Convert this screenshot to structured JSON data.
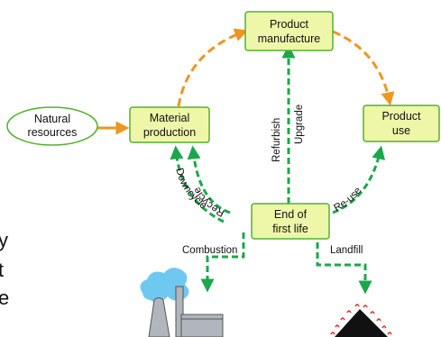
{
  "nodes": {
    "product_manufacture": [
      "Product",
      "manufacture"
    ],
    "natural_resources": [
      "Natural",
      "resources"
    ],
    "material_production": [
      "Material",
      "production"
    ],
    "product_use": [
      "Product",
      "use"
    ],
    "end_of_first_life": [
      "End of",
      "first life"
    ]
  },
  "edges": {
    "refurbish": "Refurbish",
    "upgrade": "Upgrade",
    "recycle": "Recycle",
    "downcycle": "Downcycle",
    "re_use": "Re-use",
    "combustion": "Combustion",
    "landfill": "Landfill"
  },
  "cropped_left_letters": [
    "y",
    "t",
    "e"
  ],
  "colors": {
    "box_fill": "#eef7a8",
    "box_stroke": "#55b030",
    "forward_arrow": "#f0951f",
    "recovery_arrow": "#1aa84a",
    "factory": "#b0b6bc",
    "smoke": "#6ec8f0",
    "landfill_mound": "#111111",
    "landfill_heat": "#e32828"
  },
  "icons": [
    "factory-icon",
    "landfill-icon"
  ]
}
